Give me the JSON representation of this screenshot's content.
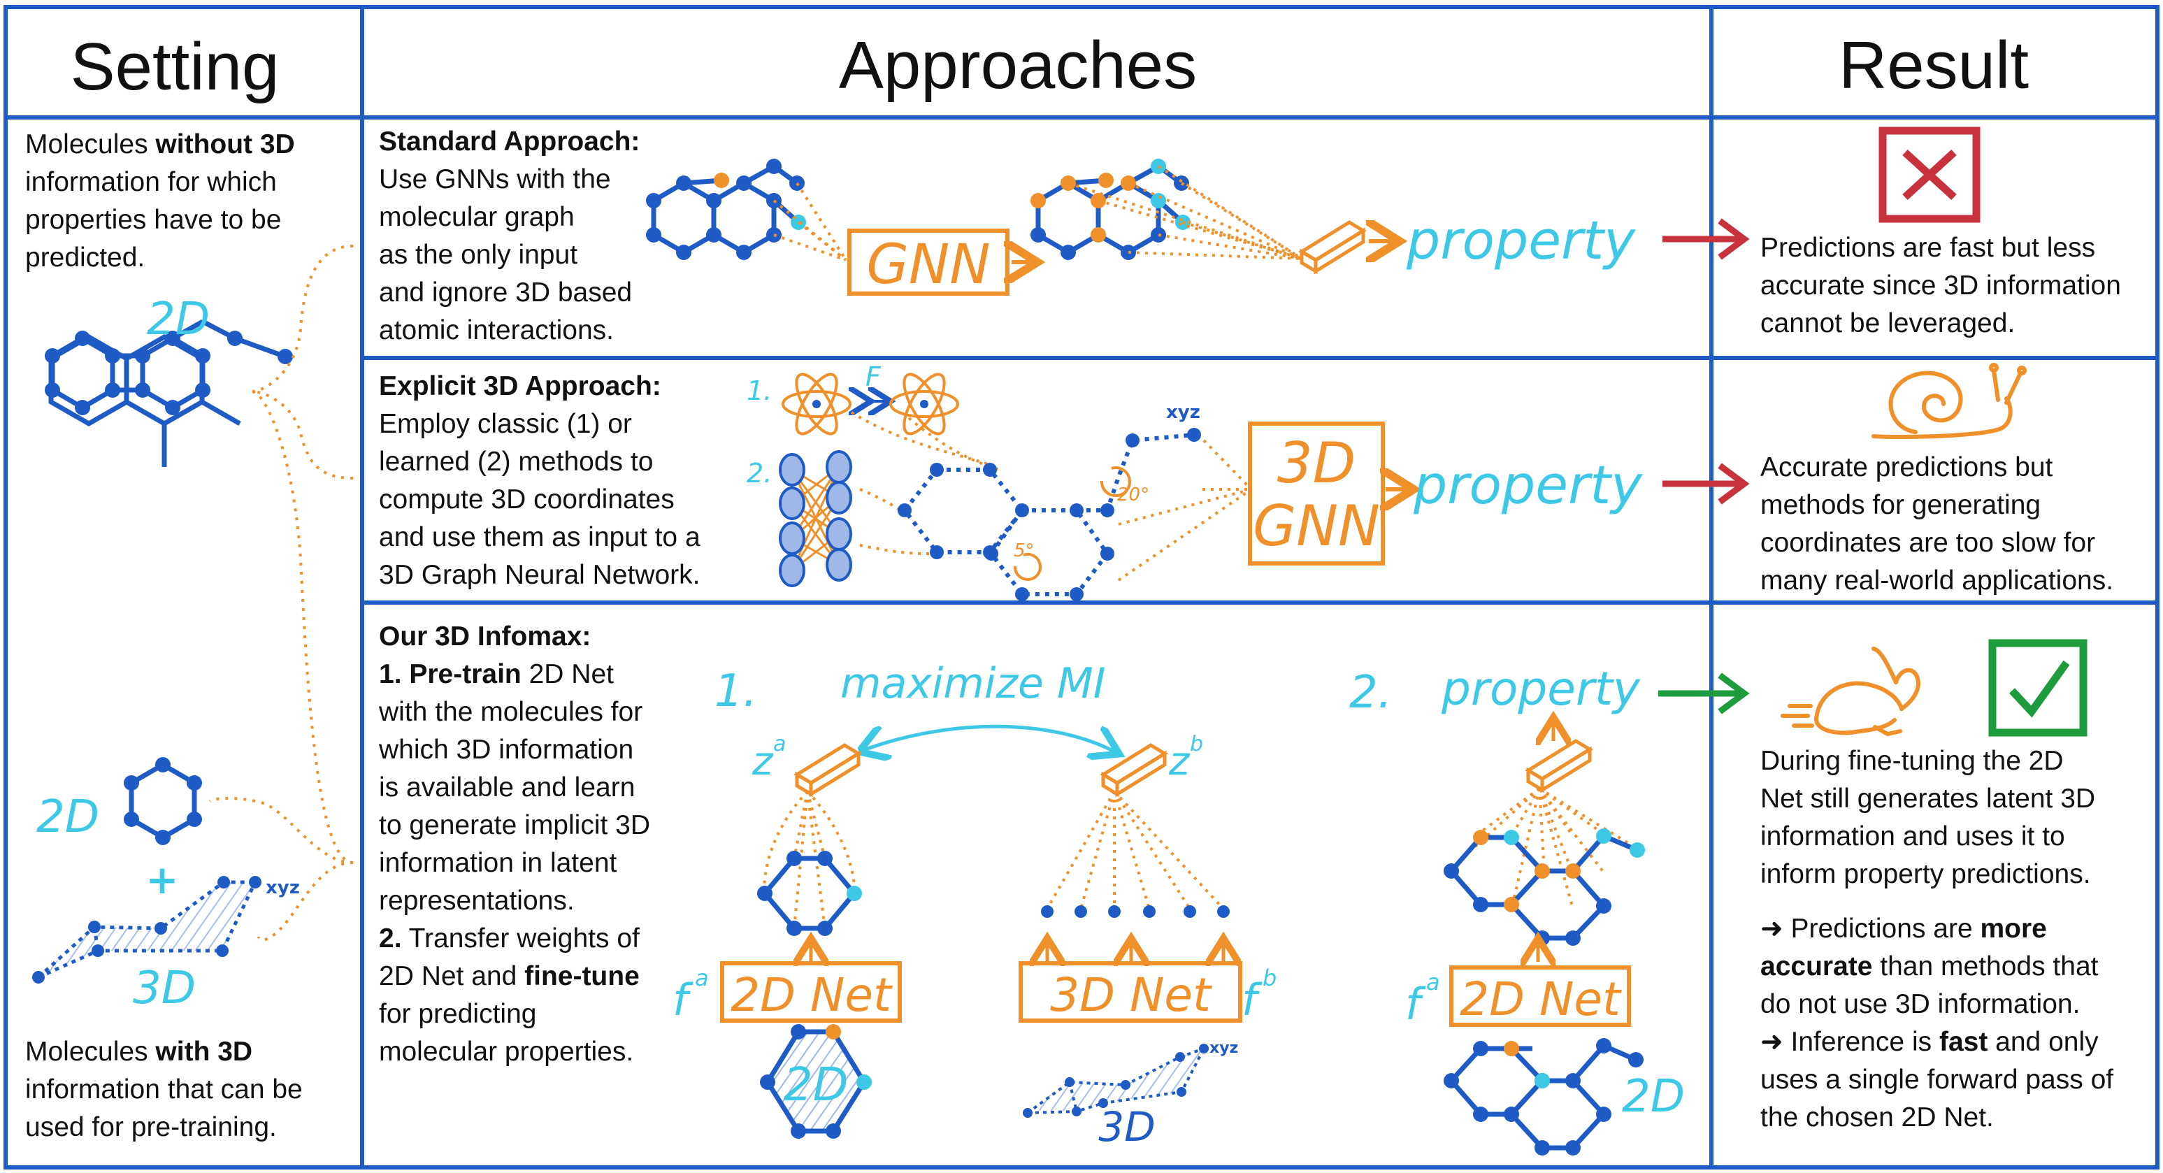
{
  "headers": {
    "setting": "Setting",
    "approaches": "Approaches",
    "result": "Result"
  },
  "setting": {
    "top_text": [
      [
        {
          "t": "Molecules "
        },
        {
          "t": "without 3D",
          "b": true
        }
      ],
      [
        {
          "t": "information for which"
        }
      ],
      [
        {
          "t": "properties have to be"
        }
      ],
      [
        {
          "t": "predicted."
        }
      ]
    ],
    "bottom_text": [
      [
        {
          "t": "Molecules "
        },
        {
          "t": "with 3D",
          "b": true
        }
      ],
      [
        {
          "t": "information that can be"
        }
      ],
      [
        {
          "t": "used for pre-training."
        }
      ]
    ],
    "label_2d_top": "2D",
    "label_2d_bottom": "2D",
    "label_plus": "+",
    "label_3d": "3D",
    "label_xyz": "xyz"
  },
  "standard": {
    "text": [
      [
        {
          "t": "Standard Approach:",
          "b": true
        }
      ],
      [
        {
          "t": "Use GNNs with the"
        }
      ],
      [
        {
          "t": "molecular graph"
        }
      ],
      [
        {
          "t": "as the only input"
        }
      ],
      [
        {
          "t": "and ignore 3D based"
        }
      ],
      [
        {
          "t": "atomic interactions."
        }
      ]
    ],
    "gnn_label": "GNN",
    "property_label": "property",
    "result_text": [
      [
        {
          "t": "Predictions are fast but less"
        }
      ],
      [
        {
          "t": "accurate since 3D information"
        }
      ],
      [
        {
          "t": "cannot be leveraged."
        }
      ]
    ]
  },
  "explicit": {
    "text": [
      [
        {
          "t": "Explicit 3D Approach:",
          "b": true
        }
      ],
      [
        {
          "t": "Employ classic (1) or"
        }
      ],
      [
        {
          "t": "learned (2) methods to"
        }
      ],
      [
        {
          "t": "compute 3D coordinates"
        }
      ],
      [
        {
          "t": "and use them as input to a"
        }
      ],
      [
        {
          "t": "3D Graph Neural Network."
        }
      ]
    ],
    "step1": "1.",
    "step2": "2.",
    "force_label": "F",
    "xyz_label": "xyz",
    "angle1": "20°",
    "angle2": "5°",
    "gnn_line1": "3D",
    "gnn_line2": "GNN",
    "property_label": "property",
    "result_text": [
      [
        {
          "t": "Accurate predictions but"
        }
      ],
      [
        {
          "t": "methods for generating"
        }
      ],
      [
        {
          "t": "coordinates are too slow for"
        }
      ],
      [
        {
          "t": "many real-world applications."
        }
      ]
    ]
  },
  "infomax": {
    "text": [
      [
        {
          "t": "Our 3D Infomax:",
          "b": true
        }
      ],
      [
        {
          "t": "1. Pre-train",
          "b": true
        },
        {
          "t": " 2D Net"
        }
      ],
      [
        {
          "t": "with the molecules for"
        }
      ],
      [
        {
          "t": "which 3D information"
        }
      ],
      [
        {
          "t": "is available and learn"
        }
      ],
      [
        {
          "t": "to generate implicit 3D"
        }
      ],
      [
        {
          "t": "information in latent"
        }
      ],
      [
        {
          "t": "representations."
        }
      ],
      [
        {
          "t": " "
        }
      ],
      [
        {
          "t": "2.",
          "b": true
        },
        {
          "t": " Transfer weights of"
        }
      ],
      [
        {
          "t": "2D Net and "
        },
        {
          "t": "fine-tune",
          "b": true
        }
      ],
      [
        {
          "t": "for predicting"
        }
      ],
      [
        {
          "t": "molecular properties."
        }
      ]
    ],
    "step1": "1.",
    "maximize_label": "maximize MI",
    "step2": "2.",
    "property_label": "property",
    "za": "z",
    "za_sup": "a",
    "zb": "z",
    "zb_sup": "b",
    "fa": "f",
    "fa_sup": "a",
    "fb": "f",
    "fb_sup": "b",
    "net2d_a": "2D Net",
    "net3d": "3D Net",
    "net2d_b": "2D Net",
    "mol_2d_label": "2D",
    "mol_3d_label": "3D",
    "mol_2d_right_label": "2D",
    "xyz_label": "xyz",
    "result_text": [
      [
        {
          "t": "During fine-tuning the 2D"
        }
      ],
      [
        {
          "t": "Net still generates latent 3D"
        }
      ],
      [
        {
          "t": "information and uses it to"
        }
      ],
      [
        {
          "t": "inform property predictions."
        }
      ]
    ],
    "result_text2": [
      [
        {
          "t": "➜ Predictions are "
        },
        {
          "t": "more",
          "b": true
        }
      ],
      [
        {
          "t": "accurate",
          "b": true
        },
        {
          "t": " than methods that"
        }
      ],
      [
        {
          "t": "do not use 3D information."
        }
      ],
      [
        {
          "t": "➜ Inference is "
        },
        {
          "t": "fast",
          "b": true
        },
        {
          "t": " and only"
        }
      ],
      [
        {
          "t": "uses a single forward pass of"
        }
      ],
      [
        {
          "t": "the chosen 2D Net."
        }
      ]
    ]
  },
  "colors": {
    "border": "#1f5bc4",
    "node": "#1f5bc4",
    "orange": "#f0902a",
    "cyan": "#3dc8e6",
    "red": "#c8323c",
    "green": "#1e9b3c"
  }
}
